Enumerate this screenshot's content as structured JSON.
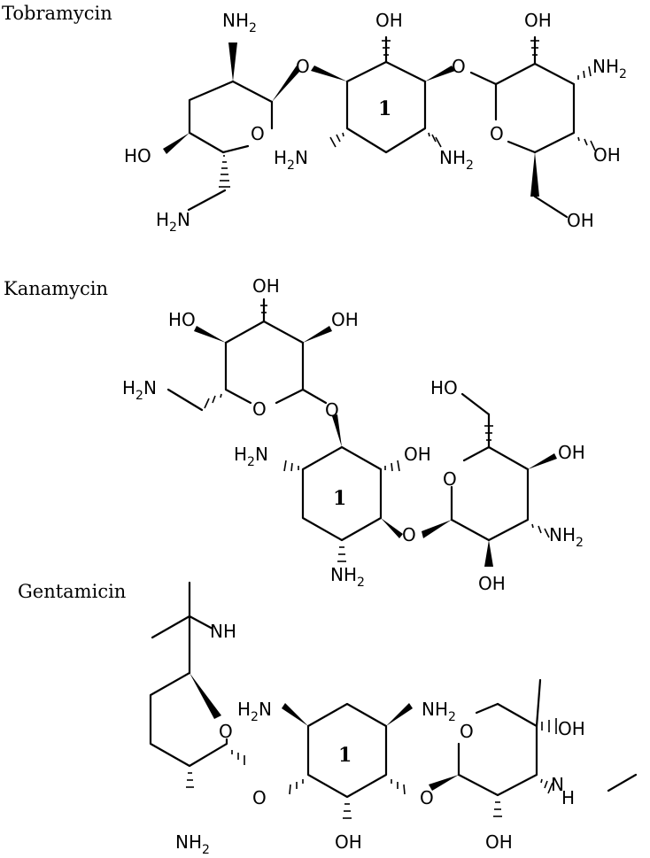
{
  "molecules": [
    {
      "name": "Tobramycin"
    },
    {
      "name": "Kanamycin"
    },
    {
      "name": "Gentamicin"
    }
  ],
  "ring_number": "1",
  "labels": {
    "NH2": "NH",
    "H2N": "H",
    "two": "2",
    "N": "N",
    "OH": "OH",
    "HO": "HO",
    "O": "O",
    "NH": "NH"
  }
}
